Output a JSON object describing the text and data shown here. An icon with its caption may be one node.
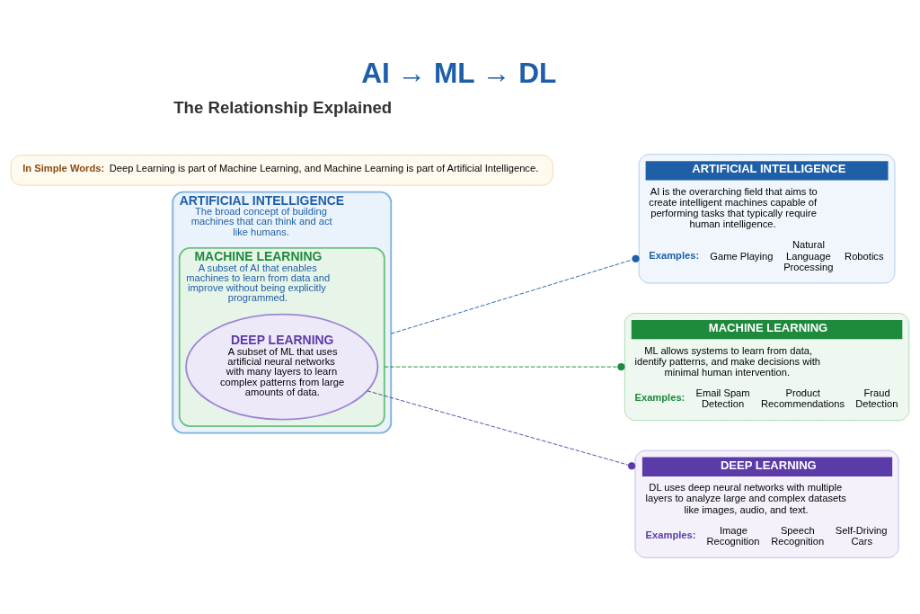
{
  "diagram": {
    "title": "AI → ML → DL",
    "nodes": [
      {
        "text": [
          "ARTIFICIAL INTELLIGENCE",
          "The broad concept of building machines that can think and act like humans."
        ]
      },
      {
        "text": [
          "MACHINE LEARNING",
          "A subset of AI that enables machines to learn from data and improve without being explicitly programmed."
        ],
        "in": 0
      },
      {
        "text": [
          "DEEP LEARNING",
          "A subset of ML that uses artificial neural networks with many layers to learn complex patterns from large amounts of data."
        ],
        "in": 1
      },
      {
        "text": [
          "ARTIFICIAL INTELLIGENCE",
          "AI is the overarching field that aims to create intelligent machines capable of performing tasks that typically require human intelligence.",
          "Examples:",
          "Game Playing",
          "Natural Language Processing",
          "Robotics"
        ]
      },
      {
        "text": [
          "MACHINE LEARNING",
          "ML allows systems to learn from data, identify patterns, and make decisions with minimal human intervention.",
          "Examples:",
          "Email Spam Detection",
          "Product Recommendations",
          "Fraud Detection"
        ]
      },
      {
        "text": [
          "DEEP LEARNING",
          "DL uses deep neural networks with multiple layers to analyze large and complex datasets like images, audio, and text.",
          "Examples:",
          "Image Recognition",
          "Speech Recognition",
          "Self-Driving Cars"
        ]
      },
      {
        "text": [
          "In Simple Words:",
          "Deep Learning is part of Machine Learning, and Machine Learning is part of Artificial Intelligence."
        ]
      }
    ],
    "edges": [
      {
        "from": 0,
        "to": 3,
        "arrow": "other",
        "style": "dashed",
        "color": "#1f5fa8"
      },
      {
        "from": 1,
        "to": 4,
        "arrow": "other",
        "style": "dashed",
        "color": "#1e8a3c"
      },
      {
        "from": 2,
        "to": 5,
        "arrow": "other",
        "style": "dashed",
        "color": "#5b3ba8"
      }
    ],
    "labels": [
      "The Relationship Explained"
    ]
  }
}
